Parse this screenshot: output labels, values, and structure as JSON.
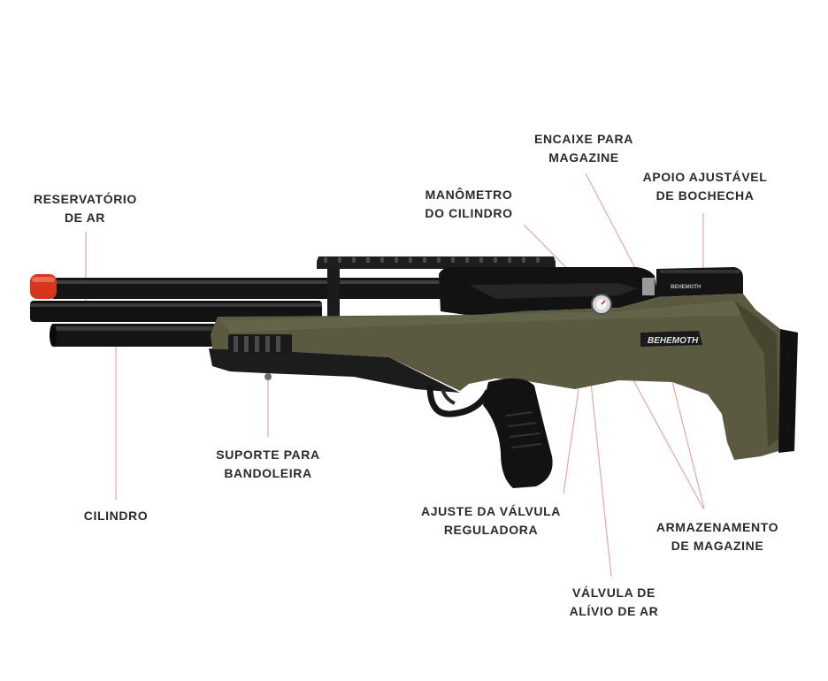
{
  "brand_text": "BEHEMOTH",
  "colors": {
    "stock": "#5b5a40",
    "stock_dark": "#46452f",
    "metal": "#1a1a1a",
    "muzzle": "#d6361c",
    "leader": "#e8a5a5",
    "text": "#2a2a2a"
  },
  "labels": {
    "reservatorio": [
      "RESERVATÓRIO",
      "DE AR"
    ],
    "cilindro": [
      "CILINDRO"
    ],
    "suporte": [
      "SUPORTE PARA",
      "BANDOLEIRA"
    ],
    "manometro": [
      "MANÔMETRO",
      "DO CILINDRO"
    ],
    "encaixe": [
      "ENCAIXE PARA",
      "MAGAZINE"
    ],
    "apoio": [
      "APOIO AJUSTÁVEL",
      "DE BOCHECHA"
    ],
    "ajuste": [
      "AJUSTE DA VÁLVULA",
      "REGULADORA"
    ],
    "armazenamento": [
      "ARMAZENAMENTO",
      "DE MAGAZINE"
    ],
    "valvula": [
      "VÁLVULA DE",
      "ALÍVIO DE AR"
    ]
  }
}
